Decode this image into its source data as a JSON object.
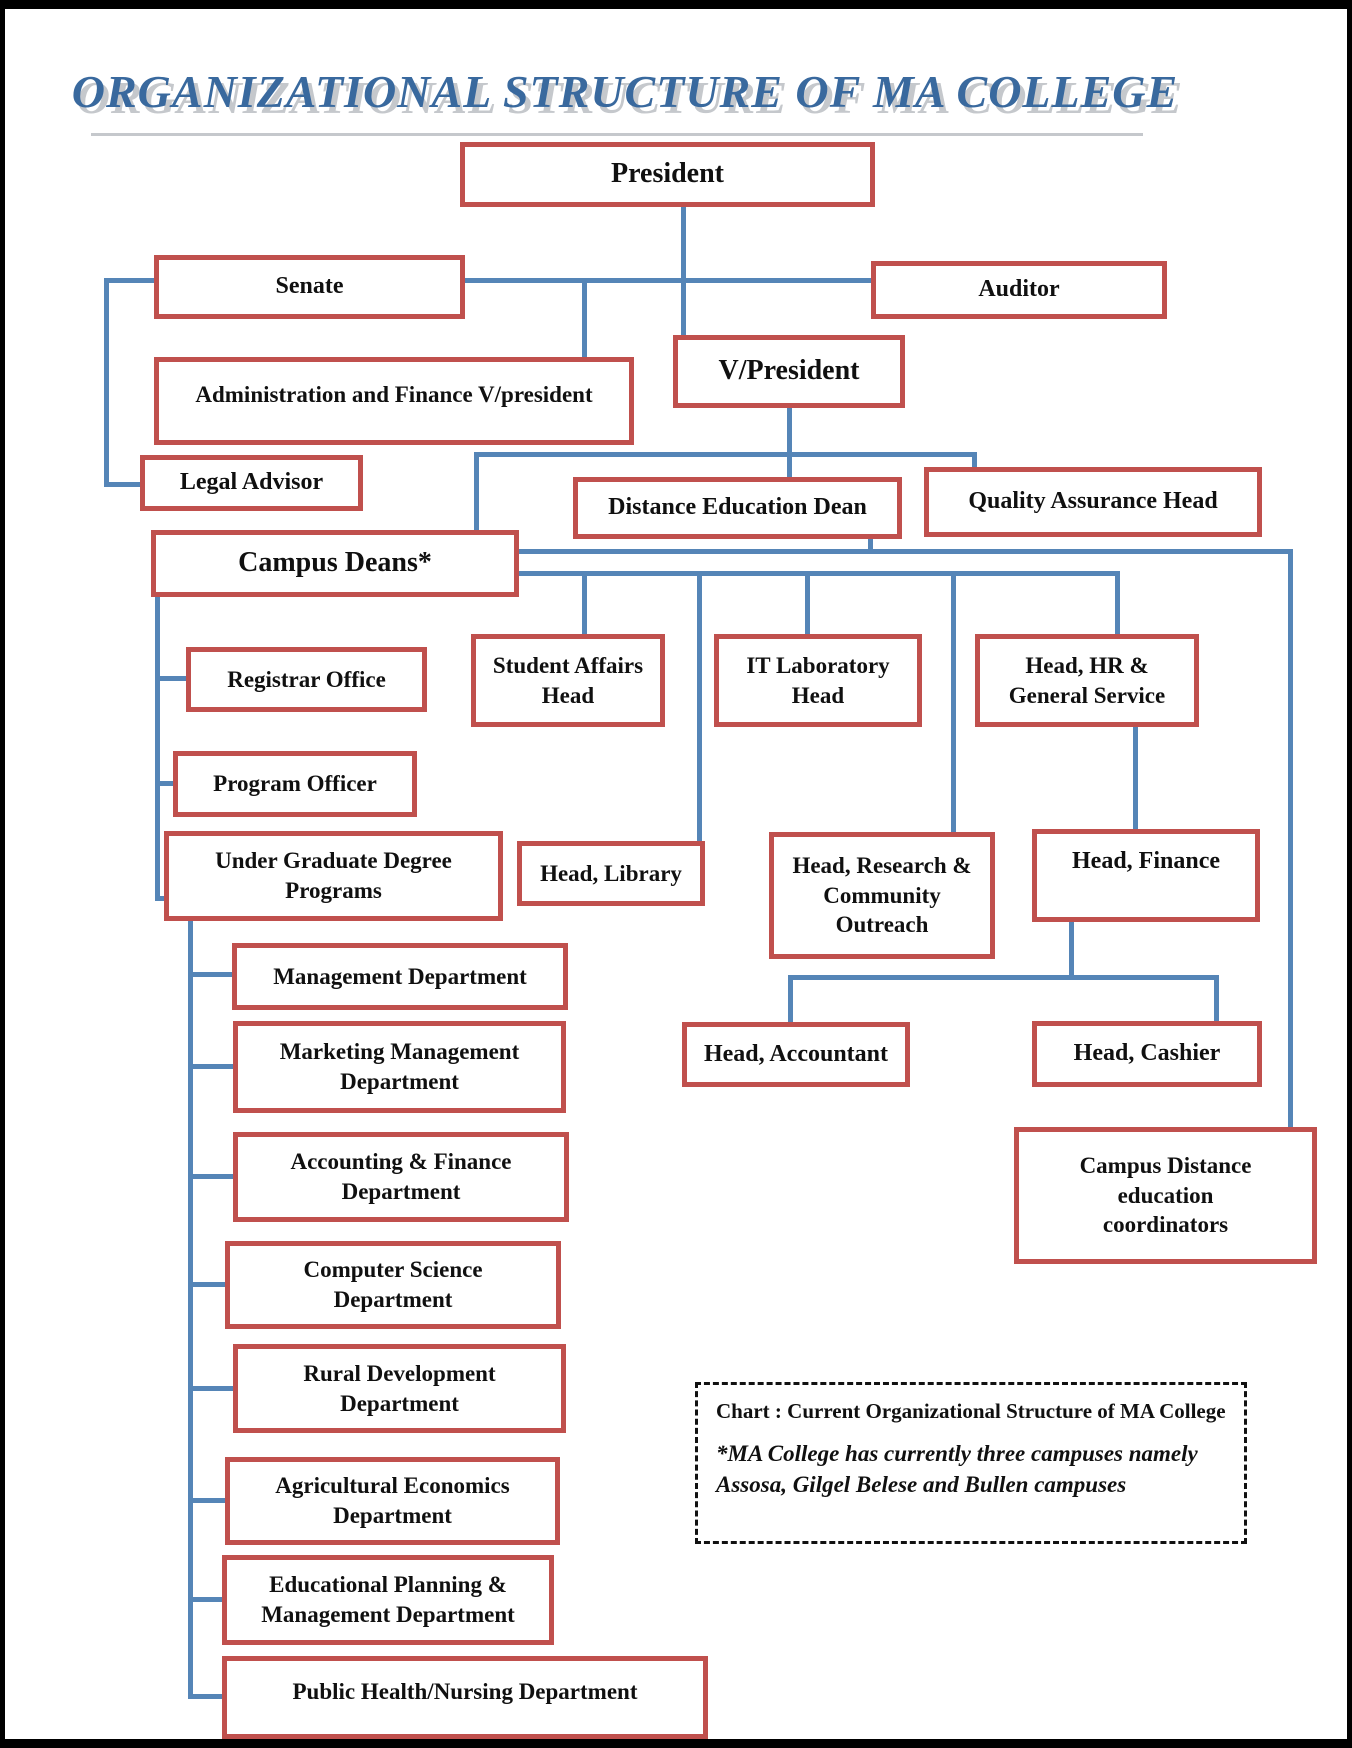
{
  "title": "ORGANIZATIONAL STRUCTURE OF MA COLLEGE",
  "colors": {
    "box_border": "#C0504D",
    "connector": "#5585B7",
    "title_blue": "#39699E",
    "title_shadow": "#C5C8CC",
    "frame": "#000000"
  },
  "nodes": {
    "president": {
      "label": "President"
    },
    "senate": {
      "label": "Senate"
    },
    "auditor": {
      "label": "Auditor"
    },
    "vpresident": {
      "label": "V/President"
    },
    "admin_finance_vp": {
      "label": "Administration and Finance V/president"
    },
    "legal_advisor": {
      "label": "Legal Advisor"
    },
    "distance_education_dean": {
      "label": "Distance Education Dean"
    },
    "quality_assurance_head": {
      "label": "Quality Assurance Head"
    },
    "campus_deans": {
      "label": "Campus Deans*"
    },
    "registrar_office": {
      "label": "Registrar Office"
    },
    "student_affairs_head": {
      "label": "Student Affairs\nHead"
    },
    "it_laboratory_head": {
      "label": "IT Laboratory\nHead"
    },
    "head_hr_general_service": {
      "label": "Head, HR &\nGeneral Service"
    },
    "program_officer": {
      "label": "Program Officer"
    },
    "under_graduate_degree_programs": {
      "label": "Under Graduate Degree\nPrograms"
    },
    "head_library": {
      "label": "Head, Library"
    },
    "head_research_community_outreach": {
      "label": "Head, Research &\nCommunity\nOutreach"
    },
    "head_finance": {
      "label": "Head, Finance"
    },
    "management_department": {
      "label": "Management Department"
    },
    "marketing_management_department": {
      "label": "Marketing Management\nDepartment"
    },
    "head_accountant": {
      "label": "Head, Accountant"
    },
    "head_cashier": {
      "label": "Head, Cashier"
    },
    "accounting_finance_department": {
      "label": "Accounting & Finance\nDepartment"
    },
    "campus_distance_education_coordinators": {
      "label": "Campus Distance\neducation\ncoordinators"
    },
    "computer_science_department": {
      "label": "Computer Science\nDepartment"
    },
    "rural_development_department": {
      "label": "Rural Development\nDepartment"
    },
    "agricultural_economics_department": {
      "label": "Agricultural Economics\nDepartment"
    },
    "educational_planning_management_department": {
      "label": "Educational Planning &\nManagement Department"
    },
    "public_health_nursing_department": {
      "label": "Public Health/Nursing Department"
    }
  },
  "note": {
    "caption": "Chart  : Current Organizational Structure of MA College",
    "footnote": "*MA College has currently three campuses namely Assosa, Gilgel Belese and Bullen campuses"
  }
}
